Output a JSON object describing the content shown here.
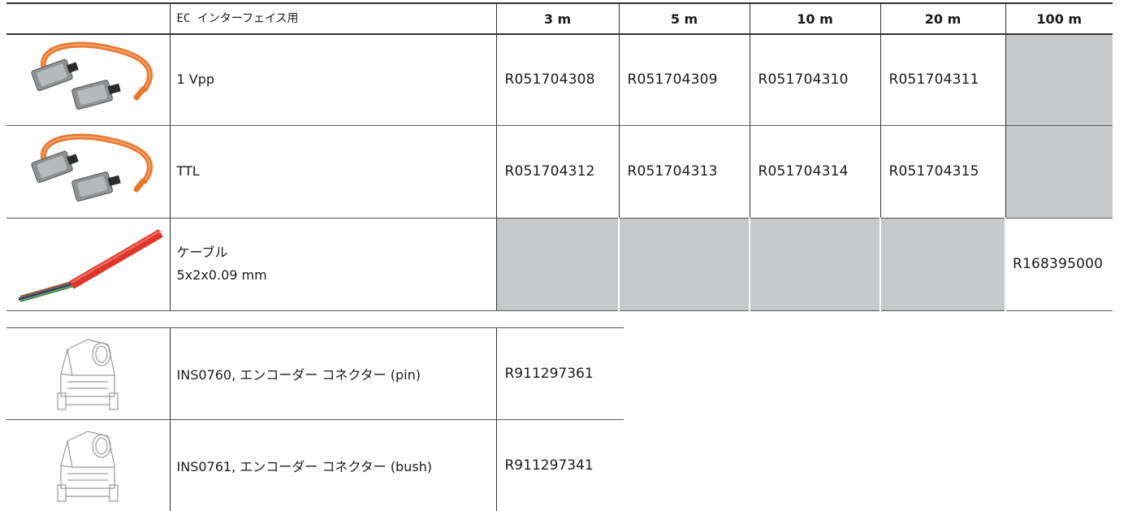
{
  "main_table": {
    "header": {
      "description": "EC インターフェイス用",
      "lengths": [
        "3 m",
        "5 m",
        "10 m",
        "20 m",
        "100 m"
      ]
    },
    "rows": [
      {
        "image": "encoder-cable-assembly-icon",
        "description_lines": [
          "1 Vpp"
        ],
        "part_numbers": [
          "R051704308",
          "R051704309",
          "R051704310",
          "R051704311",
          ""
        ]
      },
      {
        "image": "encoder-cable-assembly-icon",
        "description_lines": [
          "TTL"
        ],
        "part_numbers": [
          "R051704312",
          "R051704313",
          "R051704314",
          "R051704315",
          ""
        ]
      },
      {
        "image": "bulk-cable-icon",
        "description_lines": [
          "ケーブル",
          "5x2x0.09 mm"
        ],
        "part_numbers": [
          "",
          "",
          "",
          "",
          "R168395000"
        ]
      }
    ]
  },
  "connector_table": {
    "rows": [
      {
        "image": "sub-d-connector-hood-icon",
        "description": "INS0760, エンコーダー コネクター (pin)",
        "part_number": "R911297361"
      },
      {
        "image": "sub-d-connector-hood-icon",
        "description": "INS0761, エンコーダー コネクター (bush)",
        "part_number": "R911297341"
      }
    ]
  },
  "colors": {
    "unavailable_cell": "#c7c8c9",
    "cable_orange": "#e8772e",
    "cable_red": "#e0352a",
    "connector_grey": "#8f9294"
  }
}
